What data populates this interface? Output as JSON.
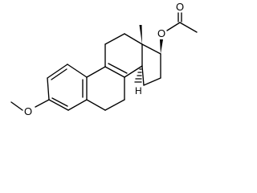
{
  "molecule": {
    "atom_labels": {
      "methoxy_oxygen": "O",
      "ester_oxygen": "O",
      "carbonyl_oxygen": "O",
      "hydrogen": "H"
    }
  },
  "colors": {
    "bond": "#000000",
    "background": "#ffffff"
  }
}
